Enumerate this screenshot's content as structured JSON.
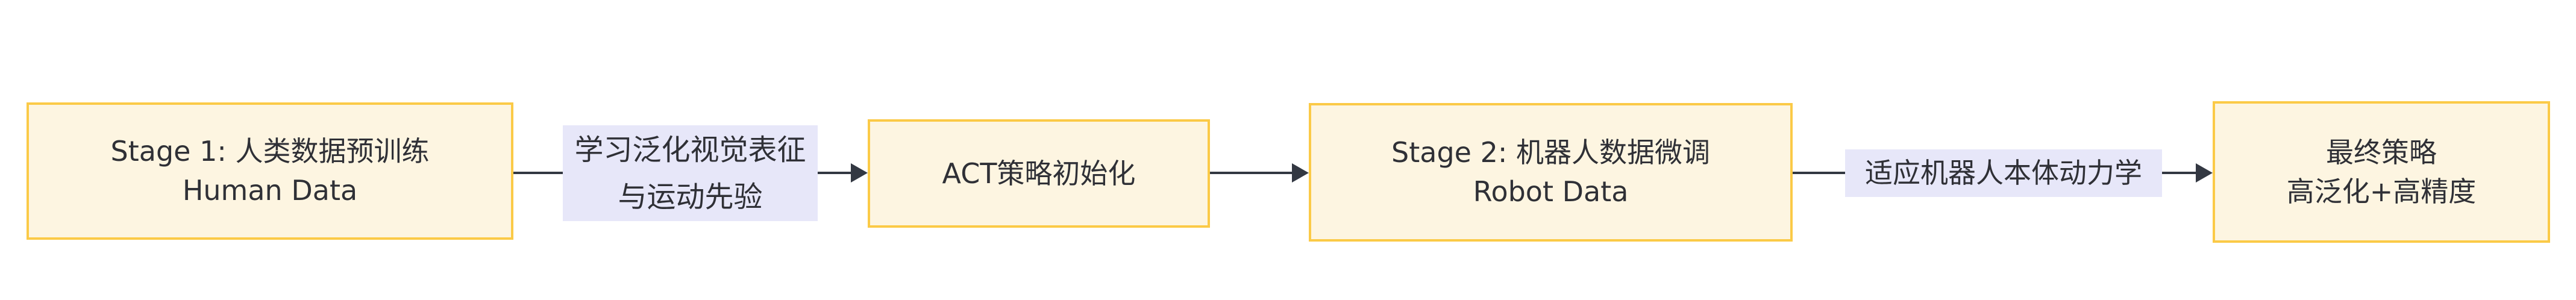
{
  "diagram": {
    "type": "flowchart-horizontal",
    "colors": {
      "page_bg": "#FFFFFF",
      "node_fill": "#FDF5E1",
      "node_border": "#FBCA47",
      "edge_color": "#333842",
      "edge_label_bg": "#E7E7F9",
      "text_color": "#2F3036"
    },
    "nodes": [
      {
        "id": "stage1",
        "lines": [
          "Stage 1: 人类数据预训练",
          "Human Data"
        ]
      },
      {
        "id": "act",
        "lines": [
          "ACT策略初始化"
        ]
      },
      {
        "id": "stage2",
        "lines": [
          "Stage 2: 机器人数据微调",
          "Robot Data"
        ]
      },
      {
        "id": "final",
        "lines": [
          "最终策略",
          "高泛化+高精度"
        ]
      }
    ],
    "edges": [
      {
        "from": "stage1",
        "to": "act",
        "label_lines": [
          "学习泛化视觉表征",
          "与运动先验"
        ]
      },
      {
        "from": "act",
        "to": "stage2",
        "label_lines": []
      },
      {
        "from": "stage2",
        "to": "final",
        "label_lines": [
          "适应机器人本体动力学"
        ]
      }
    ]
  }
}
